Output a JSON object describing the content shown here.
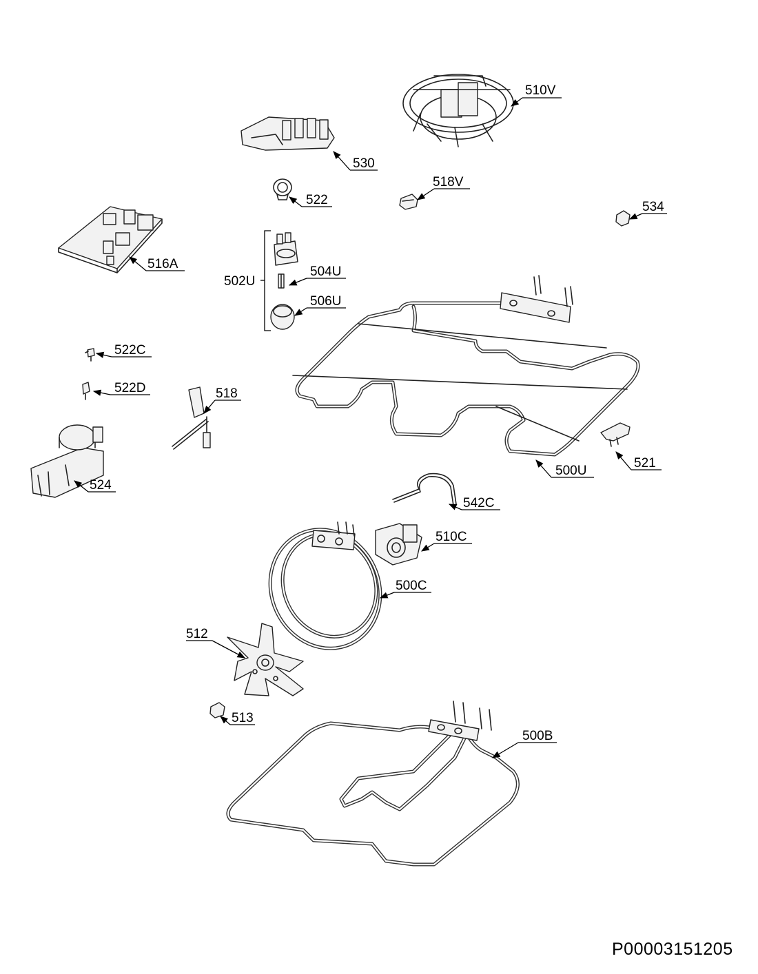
{
  "labels": {
    "p510V": "510V",
    "p530": "530",
    "p522": "522",
    "p518V": "518V",
    "p534": "534",
    "p516A": "516A",
    "p502U": "502U",
    "p504U": "504U",
    "p506U": "506U",
    "p522C": "522C",
    "p522D": "522D",
    "p518": "518",
    "p524": "524",
    "p521": "521",
    "p500U": "500U",
    "p542C": "542C",
    "p510C": "510C",
    "p500C": "500C",
    "p512": "512",
    "p513": "513",
    "p500B": "500B"
  },
  "drawing_code": "P00003151205",
  "colors": {
    "line": "#222222",
    "background": "#ffffff",
    "fill": "#f2f2f2"
  }
}
